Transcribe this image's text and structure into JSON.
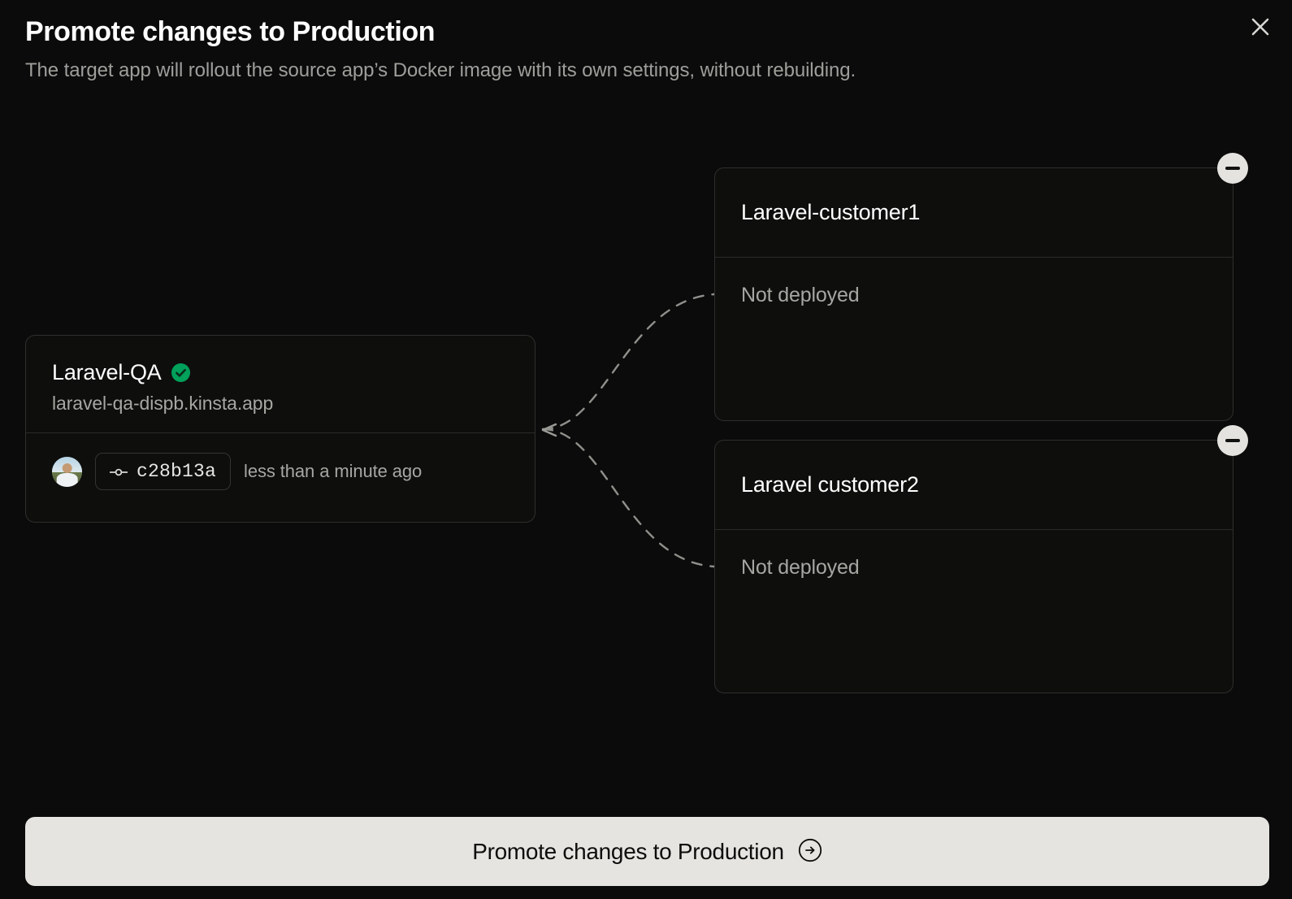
{
  "modal": {
    "title": "Promote changes to Production",
    "subtitle": "The target app will rollout the source app’s Docker image with its own settings, without rebuilding.",
    "close_label": "close-icon"
  },
  "colors": {
    "background": "#0b0b0b",
    "card_background": "#0e0e0d",
    "card_border": "#2e2e2c",
    "text_primary": "#ffffff",
    "text_muted": "#a6a6a2",
    "accent_success": "#00a15a",
    "button_background": "#e5e4e0",
    "button_text": "#0d0d0c",
    "remove_button_background": "#e4e3df",
    "edge_stroke": "#8c8c88"
  },
  "source": {
    "name": "Laravel-QA",
    "verified_icon": "verified-check-icon",
    "domain": "laravel-qa-dispb.kinsta.app",
    "commit": {
      "icon": "git-commit-icon",
      "hash": "c28b13a",
      "time": "less than a minute ago"
    },
    "avatar_icon": "user-avatar-photo"
  },
  "targets": [
    {
      "name": "Laravel-customer1",
      "status": "Not deployed",
      "remove_icon": "minus-circle-icon"
    },
    {
      "name": "Laravel customer2",
      "status": "Not deployed",
      "remove_icon": "minus-circle-icon"
    }
  ],
  "footer": {
    "promote_label": "Promote changes to Production",
    "promote_icon": "arrow-right-circle-icon"
  }
}
